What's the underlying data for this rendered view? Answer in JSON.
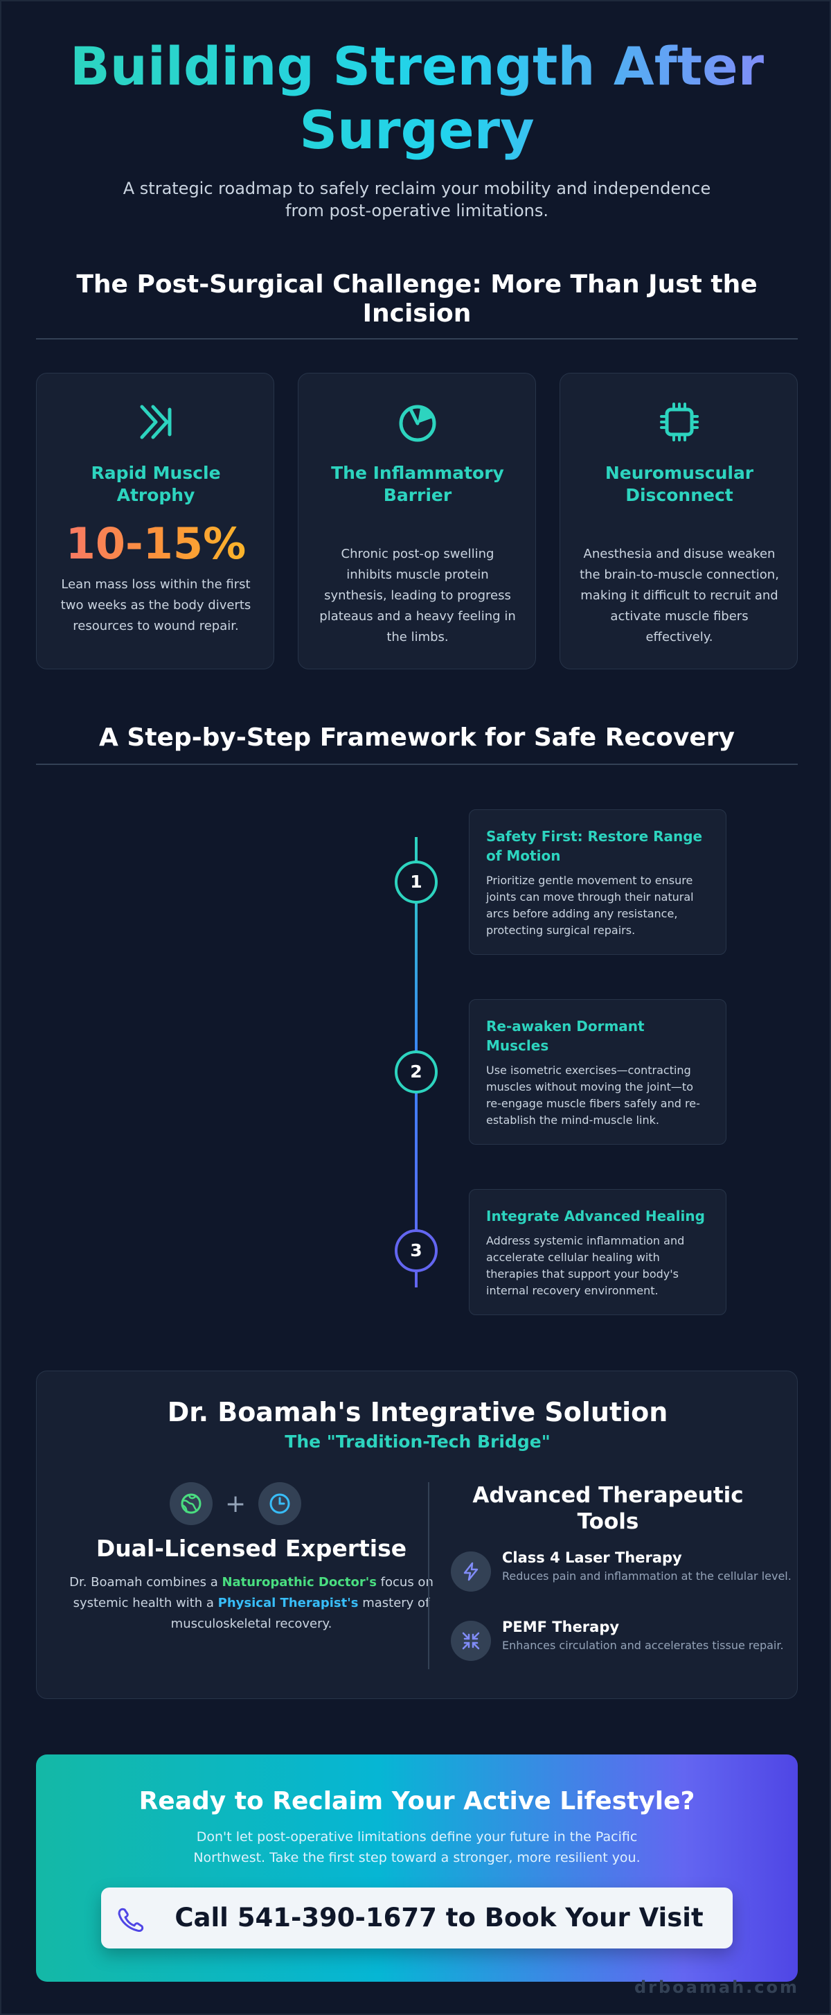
{
  "hero": {
    "title": "Building Strength After Surgery",
    "subtitle": "A strategic roadmap to safely reclaim your mobility and independence from post-operative limitations."
  },
  "challenge": {
    "heading": "The Post-Surgical Challenge: More Than Just the Incision",
    "cards": [
      {
        "icon": "fast-forward-icon",
        "title": "Rapid Muscle Atrophy",
        "stat": "10-15%",
        "desc": "Lean mass loss within the first two weeks as the body diverts resources to wound repair."
      },
      {
        "icon": "pie-chart-icon",
        "title": "The Inflammatory Barrier",
        "desc": "Chronic post-op swelling inhibits muscle protein synthesis, leading to progress plateaus and a heavy feeling in the limbs."
      },
      {
        "icon": "chip-icon",
        "title": "Neuromuscular Disconnect",
        "desc": "Anesthesia and disuse weaken the brain-to-muscle connection, making it difficult to recruit and activate muscle fibers effectively."
      }
    ]
  },
  "framework": {
    "heading": "A Step-by-Step Framework for Safe Recovery",
    "steps": [
      {
        "number": "1",
        "title": "Safety First: Restore Range of Motion",
        "desc": "Prioritize gentle movement to ensure joints can move through their natural arcs before adding any resistance, protecting surgical repairs."
      },
      {
        "number": "2",
        "title": "Re-awaken Dormant Muscles",
        "desc": "Use isometric exercises—contracting muscles without moving the joint—to re-engage muscle fibers safely and re-establish the mind-muscle link."
      },
      {
        "number": "3",
        "title": "Integrate Advanced Healing",
        "desc": "Address systemic inflammation and accelerate cellular healing with therapies that support your body's internal recovery environment."
      }
    ]
  },
  "solution": {
    "heading": "Dr. Boamah's Integrative Solution",
    "subheading": "The \"Tradition-Tech Bridge\"",
    "plus": "+",
    "dual": {
      "title": "Dual-Licensed Expertise",
      "text_1": "Dr. Boamah combines a ",
      "highlight_1": "Naturopathic Doctor's",
      "text_2": " focus on systemic health with a ",
      "highlight_2": "Physical Therapist's",
      "text_3": " mastery of musculoskeletal recovery."
    },
    "tools": {
      "title": "Advanced Therapeutic Tools",
      "items": [
        {
          "icon": "lightning-icon",
          "name": "Class 4 Laser Therapy",
          "desc": "Reduces pain and inflammation at the cellular level."
        },
        {
          "icon": "compress-arrows-icon",
          "name": "PEMF Therapy",
          "desc": "Enhances circulation and accelerates tissue repair."
        }
      ]
    }
  },
  "cta": {
    "heading": "Ready to Reclaim Your Active Lifestyle?",
    "text": "Don't let post-operative limitations define your future in the Pacific Northwest. Take the first step toward a stronger, more resilient you.",
    "button": "Call 541-390-1677 to Book Your Visit"
  },
  "footer": {
    "brand": "drboamah.com"
  },
  "colors": {
    "background": "#0f172a",
    "card": "#172033",
    "accent_teal": "#2dd4bf",
    "accent_indigo": "#6366f1",
    "highlight_green": "#4ade80",
    "highlight_blue": "#38bdf8"
  }
}
